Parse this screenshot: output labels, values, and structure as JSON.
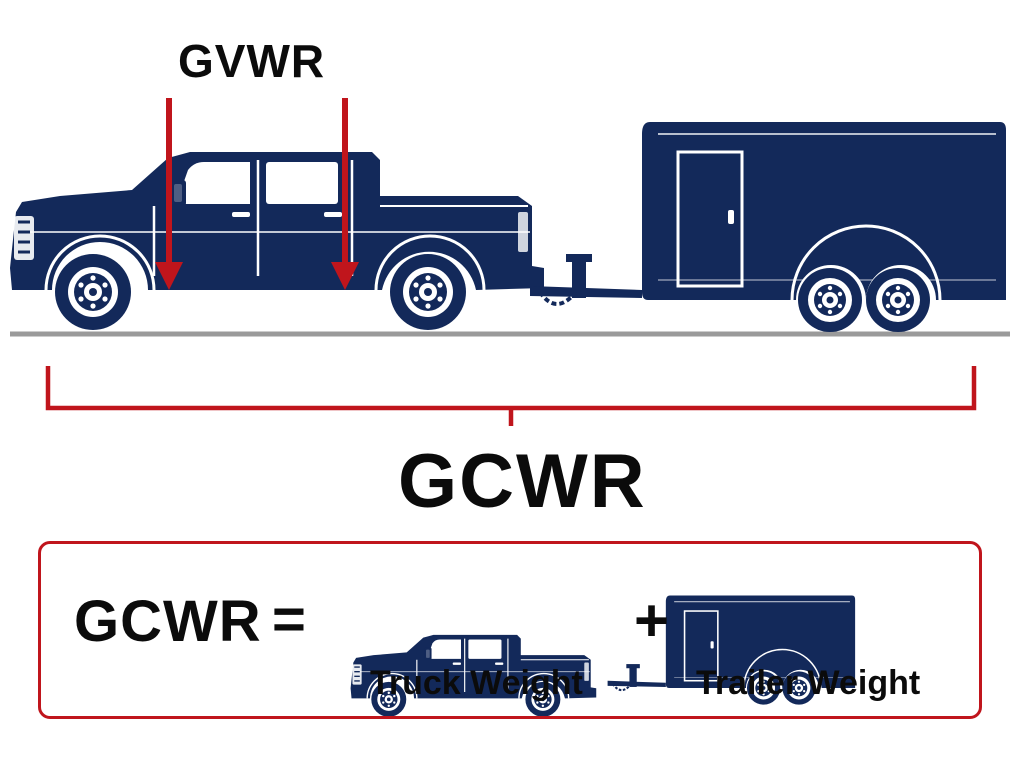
{
  "labels": {
    "gvwr": "GVWR",
    "gcwr": "GCWR"
  },
  "formula": {
    "lhs": "GCWR",
    "equals": "=",
    "plus": "+",
    "truck_caption": "Truck Weight",
    "trailer_caption": "Trailer Weight"
  },
  "colors": {
    "navy": "#13295a",
    "accent_red": "#c0151c",
    "ground": "#9a9a9a",
    "text": "#0b0b0b"
  },
  "icons": [
    "pickup-truck-icon",
    "enclosed-trailer-icon",
    "down-arrow-icon"
  ]
}
